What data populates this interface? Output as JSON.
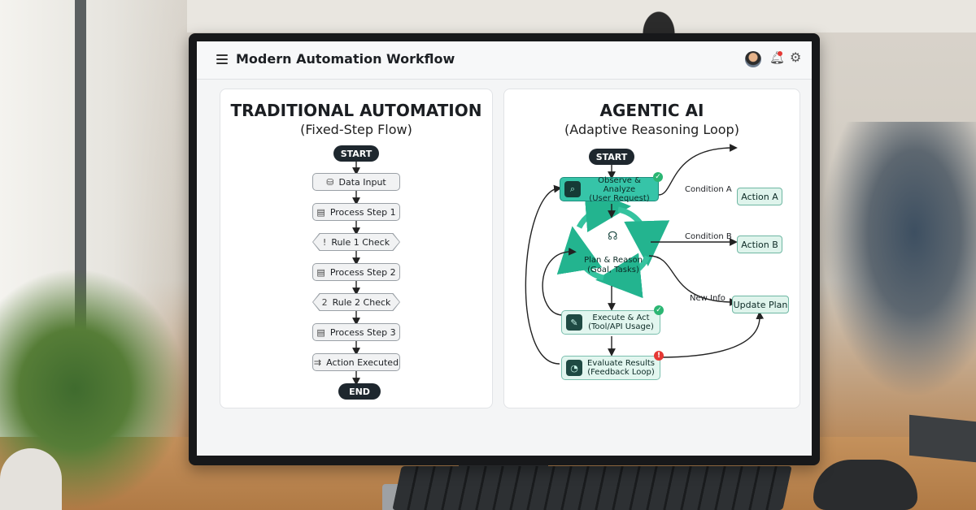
{
  "app": {
    "title": "Modern Automation Workflow"
  },
  "header": {
    "menu_icon": "hamburger-menu-icon",
    "avatar_icon": "user-avatar-icon",
    "notification_icon": "bell-icon",
    "settings_icon": "gear-icon"
  },
  "traditional": {
    "title": "TRADITIONAL AUTOMATION",
    "subtitle": "(Fixed-Step Flow)",
    "start": "START",
    "steps": [
      {
        "label": "Data Input",
        "icon": "database-icon"
      },
      {
        "label": "Process Step 1",
        "icon": "document-icon"
      },
      {
        "label": "Rule 1 Check",
        "icon_text": "!"
      },
      {
        "label": "Process Step 2",
        "icon": "document-icon"
      },
      {
        "label": "Rule 2 Check",
        "icon_text": "2"
      },
      {
        "label": "Process Step 3",
        "icon": "document-icon"
      },
      {
        "label": "Action Executed",
        "icon": "arrows-icon"
      }
    ],
    "end": "END"
  },
  "agentic": {
    "title": "AGENTIC AI",
    "subtitle": "(Adaptive Reasoning Loop)",
    "start": "START",
    "observe": {
      "line1": "Observe & Analyze",
      "line2": "(User Request)"
    },
    "plan": {
      "line1": "Plan & Reason",
      "line2": "(Goal, Tasks)"
    },
    "execute": {
      "line1": "Execute & Act",
      "line2": "(Tool/API Usage)"
    },
    "evaluate": {
      "line1": "Evaluate Results",
      "line2": "(Feedback Loop)"
    },
    "condition_a": "Condition A",
    "condition_b": "Condition B",
    "new_info": "New Info",
    "action_a": "Action A",
    "action_b": "Action B",
    "update_plan": "Update Plan",
    "check_mark": "✓",
    "alert_mark": "!"
  },
  "colors": {
    "teal": "#36c4a8",
    "teal_light": "#e2f6ef",
    "dark": "#1e272e",
    "success": "#2bb673",
    "alert": "#e53935"
  }
}
